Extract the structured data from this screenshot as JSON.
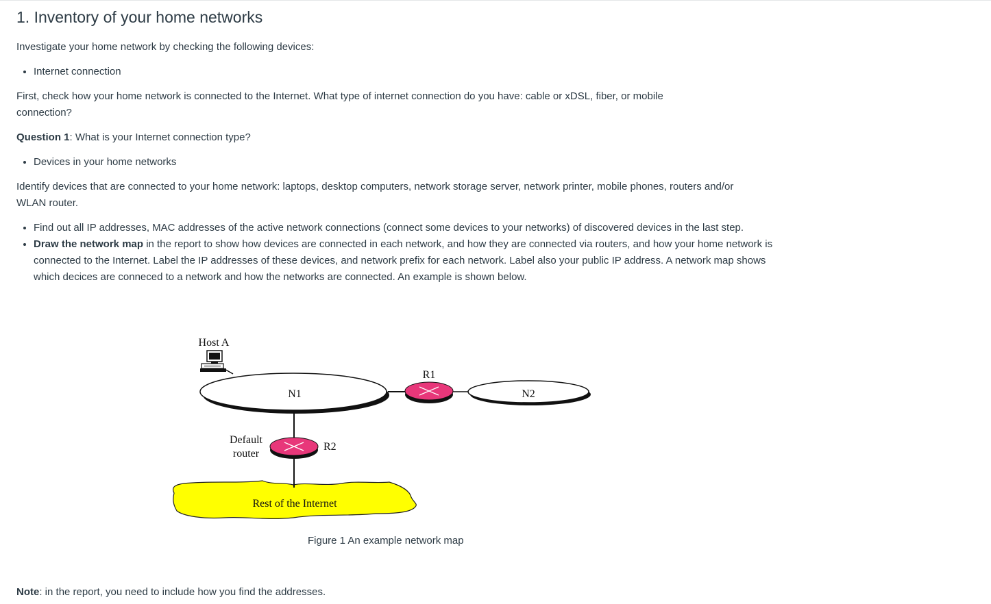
{
  "title": "1. Inventory of your home networks",
  "intro": "Investigate your home network by checking the following devices:",
  "bullet_internet": "Internet connection",
  "para_connection": "First, check how your home network is connected to the Internet. What type of internet connection do you have:  cable or xDSL, fiber, or mobile connection?",
  "question1_label": "Question 1",
  "question1_text": ":  What is your Internet connection type?",
  "bullet_devices": "Devices in your home networks",
  "para_identify": "Identify devices that are connected to your home network: laptops, desktop computers, network storage server, network printer, mobile phones, routers and/or WLAN router.",
  "task_find": "Find out all IP addresses, MAC addresses of the active network connections (connect some devices to your networks) of discovered devices in the last step.",
  "task_draw_bold": "Draw the network map",
  "task_draw_rest": " in the report to show how devices are connected in each network, and how they are connected via routers, and how your home network is connected to the Internet. Label the IP addresses of these devices, and network prefix for each network. Label also your public IP address. A network map shows which decices are conneced to a network and how the networks are connected. An example is shown below.",
  "figure": {
    "host_label": "Host A",
    "n1_label": "N1",
    "n2_label": "N2",
    "r1_label": "R1",
    "r2_label": "R2",
    "default_router_line1": "Default",
    "default_router_line2": "router",
    "internet_label": "Rest of the Internet",
    "caption": "Figure 1 An example network map",
    "colors": {
      "router": "#e8377a",
      "internet": "#ffff00"
    }
  },
  "note_label": "Note",
  "note_text": ": in the report, you need to include how you find the addresses."
}
